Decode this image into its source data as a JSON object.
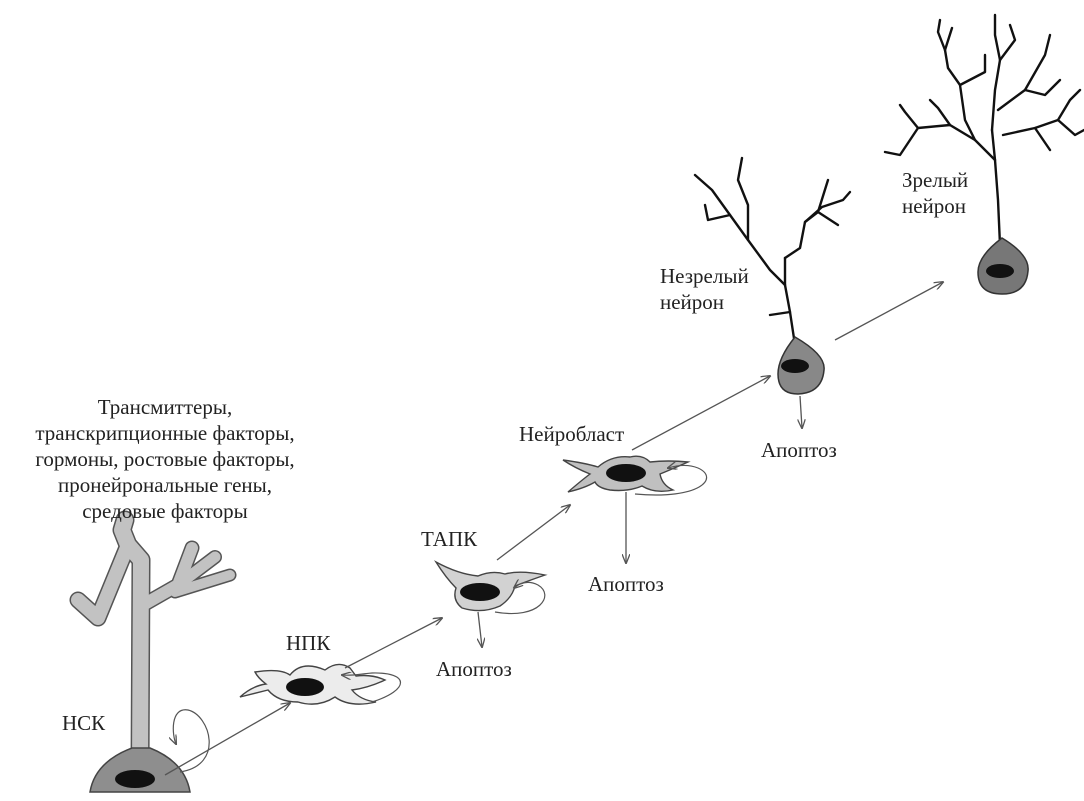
{
  "factors": {
    "lines": [
      "Трансмиттеры,",
      "транскрипционные факторы,",
      "гормоны, ростовые факторы,",
      "пронейрональные гены,",
      "средовые факторы"
    ]
  },
  "stages": {
    "nsk": "НСК",
    "npk": "НПК",
    "tapk": "ТАПК",
    "neuroblast": "Нейробласт",
    "immature": {
      "line1": "Незрелый",
      "line2": "нейрон"
    },
    "mature": {
      "line1": "Зрелый",
      "line2": "нейрон"
    }
  },
  "apoptosis": {
    "tapk": "Апоптоз",
    "neuroblast": "Апоптоз",
    "immature": "Апоптоз"
  }
}
